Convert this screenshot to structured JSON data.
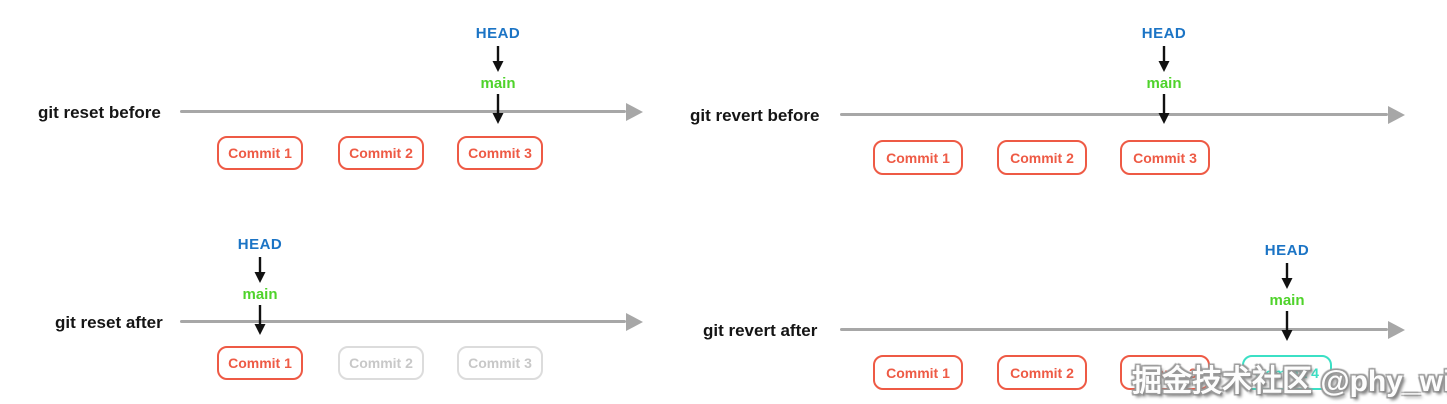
{
  "colors": {
    "head_blue": "#1b74c5",
    "branch_green": "#4fd32b",
    "commit_red": "#ee5a45",
    "commit_teal": "#3be0c5",
    "muted_border": "#dcdcdc",
    "muted_text": "#c8c8c8",
    "timeline_gray": "#a7a7a7"
  },
  "watermark": "掘金技术社区 @phy_winter",
  "panels": {
    "reset_before": {
      "title": "git reset before",
      "head_label": "HEAD",
      "branch_label": "main",
      "commits": [
        {
          "label": "Commit 1",
          "state": "normal"
        },
        {
          "label": "Commit 2",
          "state": "normal"
        },
        {
          "label": "Commit 3",
          "state": "normal"
        }
      ],
      "pointer_target": "Commit 3"
    },
    "revert_before": {
      "title": "git revert before",
      "head_label": "HEAD",
      "branch_label": "main",
      "commits": [
        {
          "label": "Commit 1",
          "state": "normal"
        },
        {
          "label": "Commit 2",
          "state": "normal"
        },
        {
          "label": "Commit 3",
          "state": "normal"
        }
      ],
      "pointer_target": "Commit 3"
    },
    "reset_after": {
      "title": "git reset after",
      "head_label": "HEAD",
      "branch_label": "main",
      "commits": [
        {
          "label": "Commit 1",
          "state": "normal"
        },
        {
          "label": "Commit 2",
          "state": "removed"
        },
        {
          "label": "Commit 3",
          "state": "removed"
        }
      ],
      "pointer_target": "Commit 1"
    },
    "revert_after": {
      "title": "git revert after",
      "head_label": "HEAD",
      "branch_label": "main",
      "commits": [
        {
          "label": "Commit 1",
          "state": "normal"
        },
        {
          "label": "Commit 2",
          "state": "normal"
        },
        {
          "label": "Commit 3",
          "state": "normal"
        },
        {
          "label": "Commit 4",
          "state": "new"
        }
      ],
      "pointer_target": "Commit 4"
    }
  }
}
